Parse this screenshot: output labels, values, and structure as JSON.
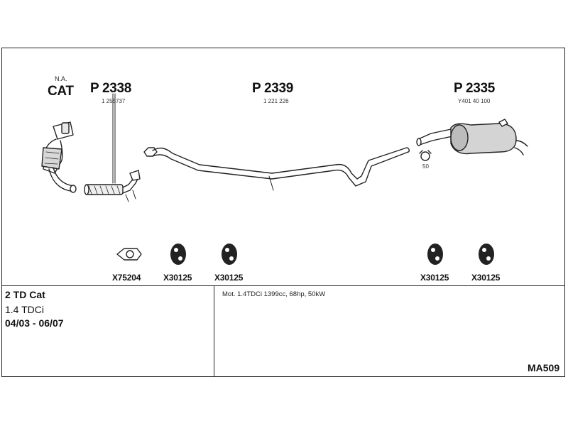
{
  "parts": {
    "cat": {
      "na_label": "N.A.",
      "label": "CAT"
    },
    "front": {
      "code": "P 2338",
      "oe": "1 255737"
    },
    "middle": {
      "code": "P 2339",
      "oe": "1 221 226"
    },
    "rear": {
      "code": "P 2335",
      "oe": "Y401 40 100"
    }
  },
  "clamp_label": "50",
  "accessories": [
    "X75204",
    "X30125",
    "X30125",
    "X30125",
    "X30125"
  ],
  "vehicle": {
    "title": "2 TD Cat",
    "engine": "1.4 TDCi",
    "years": "04/03 - 06/07"
  },
  "spec": "Mot. 1.4TDCi 1399cc, 68hp, 50kW",
  "model_code": "MA509"
}
